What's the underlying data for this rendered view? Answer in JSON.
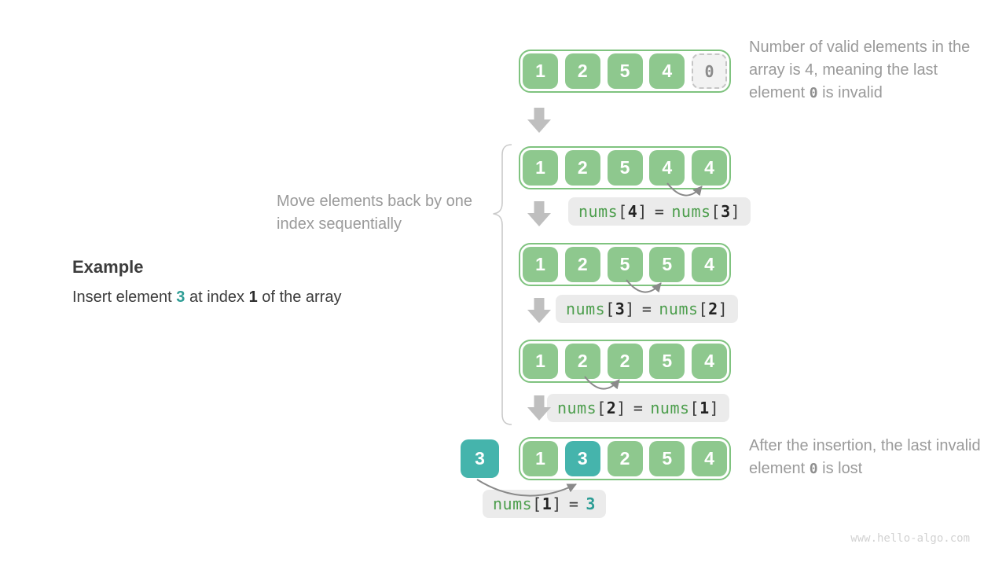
{
  "example": {
    "title": "Example",
    "line": {
      "pre": "Insert element ",
      "val": "3",
      "mid": " at index ",
      "idx": "1",
      "post": " of the array"
    }
  },
  "move_note": "Move elements back by one index sequentially",
  "annotation_top": {
    "before": "Number of valid elements in the array is 4, meaning the last element ",
    "code": "0",
    "after": " is invalid"
  },
  "annotation_bottom": {
    "before": "After the insertion, the last invalid element ",
    "code": "0",
    "after": " is lost"
  },
  "watermark": "www.hello-algo.com",
  "insert_value": "3",
  "arrays": [
    {
      "cells": [
        "1",
        "2",
        "5",
        "4",
        "0"
      ]
    },
    {
      "cells": [
        "1",
        "2",
        "5",
        "4",
        "4"
      ]
    },
    {
      "cells": [
        "1",
        "2",
        "5",
        "5",
        "4"
      ]
    },
    {
      "cells": [
        "1",
        "2",
        "2",
        "5",
        "4"
      ]
    },
    {
      "cells": [
        "1",
        "3",
        "2",
        "5",
        "4"
      ]
    }
  ],
  "assign_labels": [
    {
      "fn1": "nums",
      "ob1": "[",
      "i1": "4",
      "cb1": "]",
      "eq": "=",
      "fn2": "nums",
      "ob2": "[",
      "i2": "3",
      "cb2": "]"
    },
    {
      "fn1": "nums",
      "ob1": "[",
      "i1": "3",
      "cb1": "]",
      "eq": "=",
      "fn2": "nums",
      "ob2": "[",
      "i2": "2",
      "cb2": "]"
    },
    {
      "fn1": "nums",
      "ob1": "[",
      "i1": "2",
      "cb1": "]",
      "eq": "=",
      "fn2": "nums",
      "ob2": "[",
      "i2": "1",
      "cb2": "]"
    }
  ],
  "insert_label": {
    "fn": "nums",
    "ob": "[",
    "i": "1",
    "cb": "]",
    "eq": "=",
    "val": "3"
  },
  "colors": {
    "cell_green": "#8EC88E",
    "border_green": "#7FC37F",
    "teal": "#45B4AC",
    "code_green": "#4D9E4D",
    "code_teal": "#2B9C94",
    "annotation_gray": "#9A9A9A",
    "label_bg": "#EBEBEB",
    "arrow_gray": "#BFBFBF",
    "arc_gray": "#8A8A8A",
    "brace_gray": "#C9C9C9"
  }
}
